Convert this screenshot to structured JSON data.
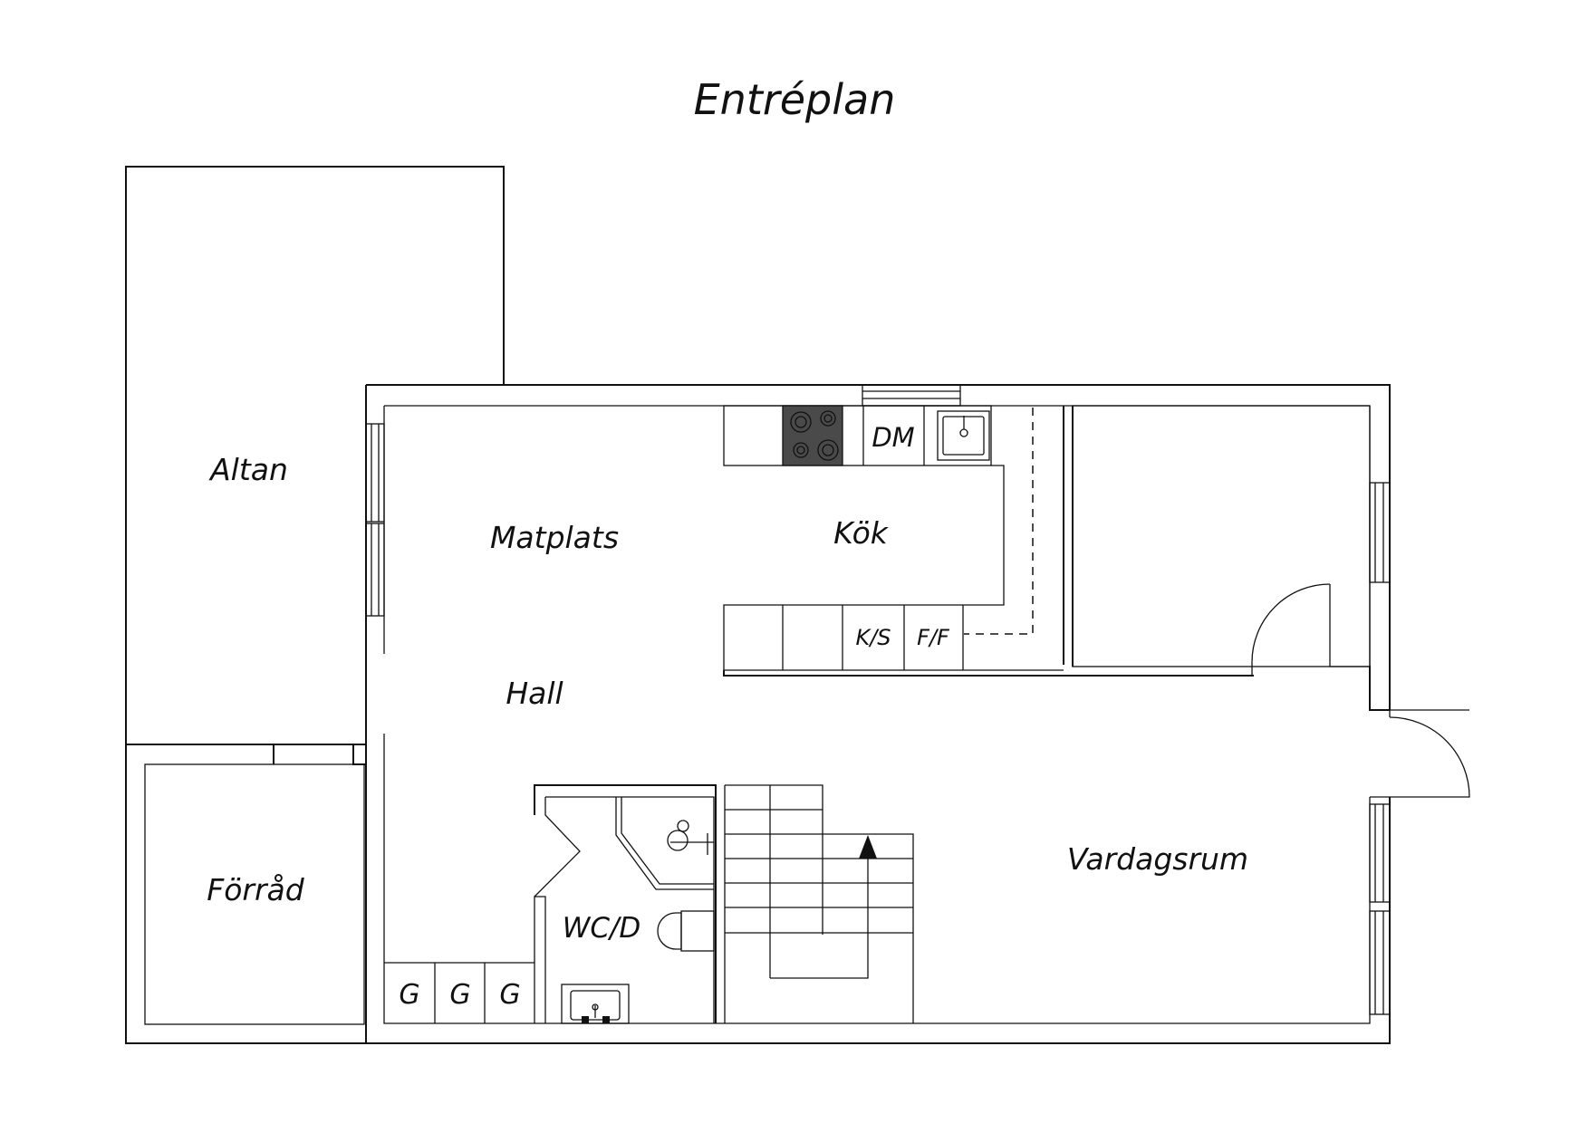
{
  "title": "Entréplan",
  "rooms": {
    "altan": "Altan",
    "matplats": "Matplats",
    "kok": "Kök",
    "hall": "Hall",
    "forrad": "Förråd",
    "vardagsrum": "Vardagsrum",
    "wc": "WC/D"
  },
  "appliances": {
    "dishwasher": "DM",
    "fridge_freezer": "K/S",
    "freezer": "F/F"
  },
  "wardrobes": [
    "G",
    "G",
    "G"
  ],
  "colors": {
    "line": "#111111",
    "stove": "#4a4a4a",
    "background": "#ffffff"
  }
}
